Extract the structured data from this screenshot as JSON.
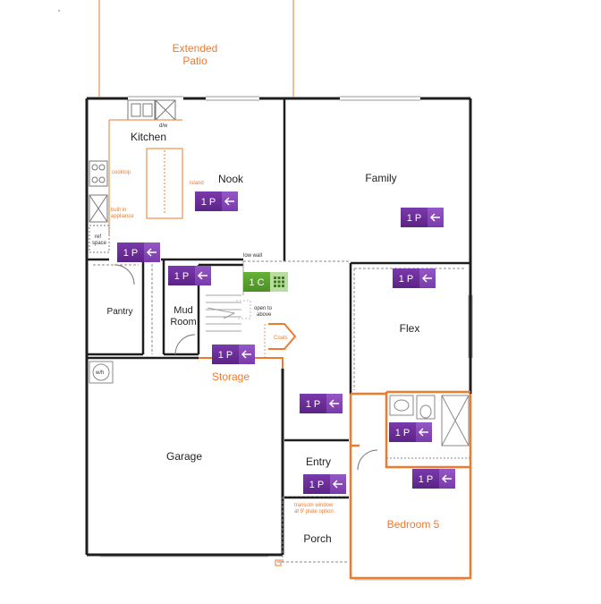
{
  "colors": {
    "wall": "#1e1e1e",
    "accent": "#ee7a2e",
    "badge_purple": "#6b2d9a",
    "badge_purple_light": "#8a4dbd",
    "badge_green": "#5aa12e",
    "badge_green_light": "#7cc04a"
  },
  "rooms": {
    "extended_patio_line1": "Extended",
    "extended_patio_line2": "Patio",
    "kitchen": "Kitchen",
    "nook": "Nook",
    "family": "Family",
    "pantry": "Pantry",
    "mud_room_line1": "Mud",
    "mud_room_line2": "Room",
    "flex": "Flex",
    "storage": "Storage",
    "garage": "Garage",
    "entry": "Entry",
    "porch": "Porch",
    "bedroom5": "Bedroom 5"
  },
  "annotations": {
    "dw": "d/w",
    "cooktop": "cooktop",
    "island": "island",
    "built_in_line1": "built in",
    "built_in_line2": "appliance",
    "ref_line1": "ref",
    "ref_line2": "space",
    "low_wall": "low wall",
    "open_line1": "open to",
    "open_line2": "above",
    "coats": "Coats",
    "wh": "w/h",
    "transom_line1": "transom window",
    "transom_line2": "at 9' plate option"
  },
  "badges": {
    "nook": {
      "label": "1 P",
      "icon": "arrow-left-icon"
    },
    "family": {
      "label": "1 P",
      "icon": "arrow-left-icon"
    },
    "kitchen_lower": {
      "label": "1 P",
      "icon": "arrow-left-icon"
    },
    "mud": {
      "label": "1 P",
      "icon": "arrow-left-icon"
    },
    "stair": {
      "label": "1 C",
      "icon": "keypad-icon"
    },
    "flex": {
      "label": "1 P",
      "icon": "arrow-left-icon"
    },
    "storage": {
      "label": "1 P",
      "icon": "arrow-left-icon"
    },
    "hall": {
      "label": "1 P",
      "icon": "arrow-left-icon"
    },
    "bath": {
      "label": "1 P",
      "icon": "arrow-left-icon"
    },
    "bedroom_upper": {
      "label": "1 P",
      "icon": "arrow-left-icon"
    },
    "entry": {
      "label": "1 P",
      "icon": "arrow-left-icon"
    }
  }
}
